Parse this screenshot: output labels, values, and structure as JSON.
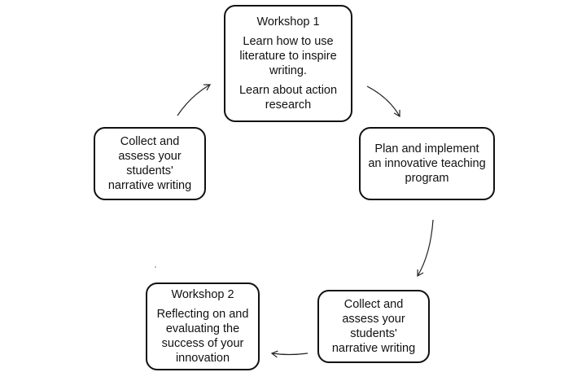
{
  "diagram": {
    "workshop1": {
      "title": "Workshop 1",
      "paragraphs": [
        "Learn how to use literature to inspire writing.",
        "Learn about action research"
      ]
    },
    "plan": {
      "text": "Plan and implement an innovative teaching program"
    },
    "collect_left": {
      "text": "Collect and assess your students' narrative writing"
    },
    "collect_bottom": {
      "text": "Collect and assess your students' narrative writing"
    },
    "workshop2": {
      "title": "Workshop 2",
      "text": "Reflecting on and evaluating the success of your innovation"
    }
  }
}
